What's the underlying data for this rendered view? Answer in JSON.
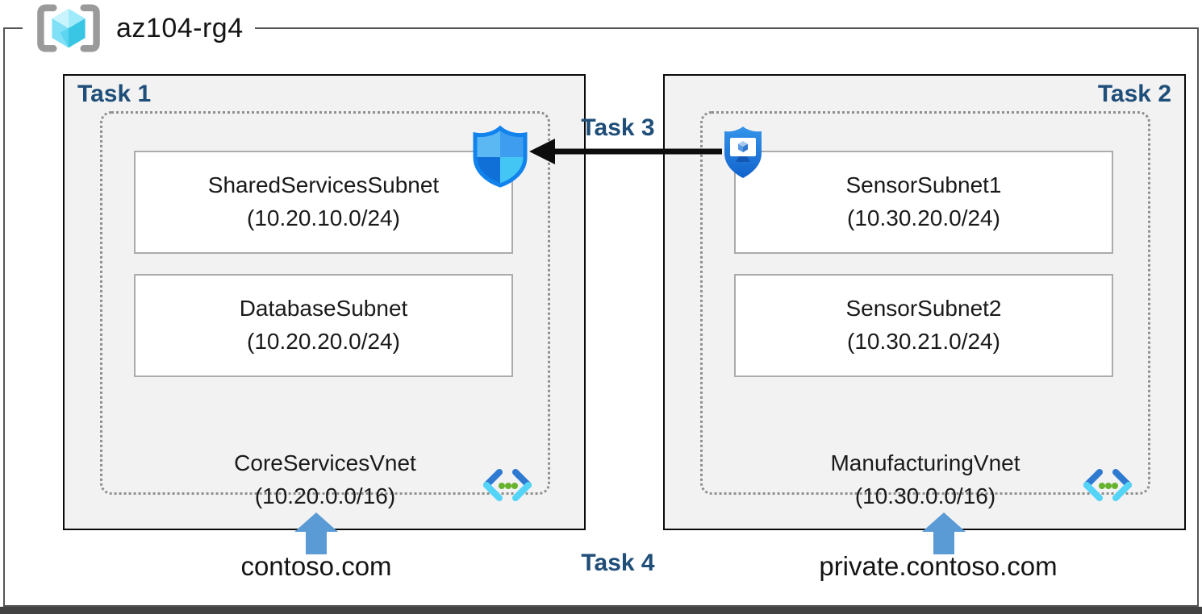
{
  "header": {
    "resource_group": "az104-rg4"
  },
  "tasks": {
    "task1": "Task 1",
    "task2": "Task 2",
    "task3": "Task 3",
    "task4": "Task 4"
  },
  "vnets": [
    {
      "task": "Task 1",
      "name": "CoreServicesVnet",
      "cidr": "(10.20.0.0/16)",
      "dns_zone": "contoso.com",
      "subnets": [
        {
          "name": "SharedServicesSubnet",
          "cidr": "(10.20.10.0/24)"
        },
        {
          "name": "DatabaseSubnet",
          "cidr": "(10.20.20.0/24)"
        }
      ]
    },
    {
      "task": "Task 2",
      "name": "ManufacturingVnet",
      "cidr": "(10.30.0.0/16)",
      "dns_zone": "private.contoso.com",
      "subnets": [
        {
          "name": "SensorSubnet1",
          "cidr": "(10.30.20.0/24)"
        },
        {
          "name": "SensorSubnet2",
          "cidr": "(10.30.21.0/24)"
        }
      ]
    }
  ],
  "connections": [
    {
      "label": "Task 3",
      "from": "application-security-group",
      "to": "network-security-group",
      "direction": "right-to-left"
    }
  ],
  "icons": {
    "resource_group": "resource-group-icon",
    "nsg": "network-security-group-shield-icon",
    "asg": "application-security-group-shield-icon",
    "vnet": "virtual-network-icon",
    "dns": "up-arrow-icon"
  },
  "colors": {
    "task_label": "#1f4e79",
    "box_fill": "#f2f2f2",
    "box_border": "#0a0a0a",
    "dashed_border": "#8f8f8f",
    "arrow_blue": "#5b9bd5",
    "arrow_black": "#0d0d0d",
    "shield_border": "#1283ec",
    "vnet_green_dots": "#66b32e"
  }
}
